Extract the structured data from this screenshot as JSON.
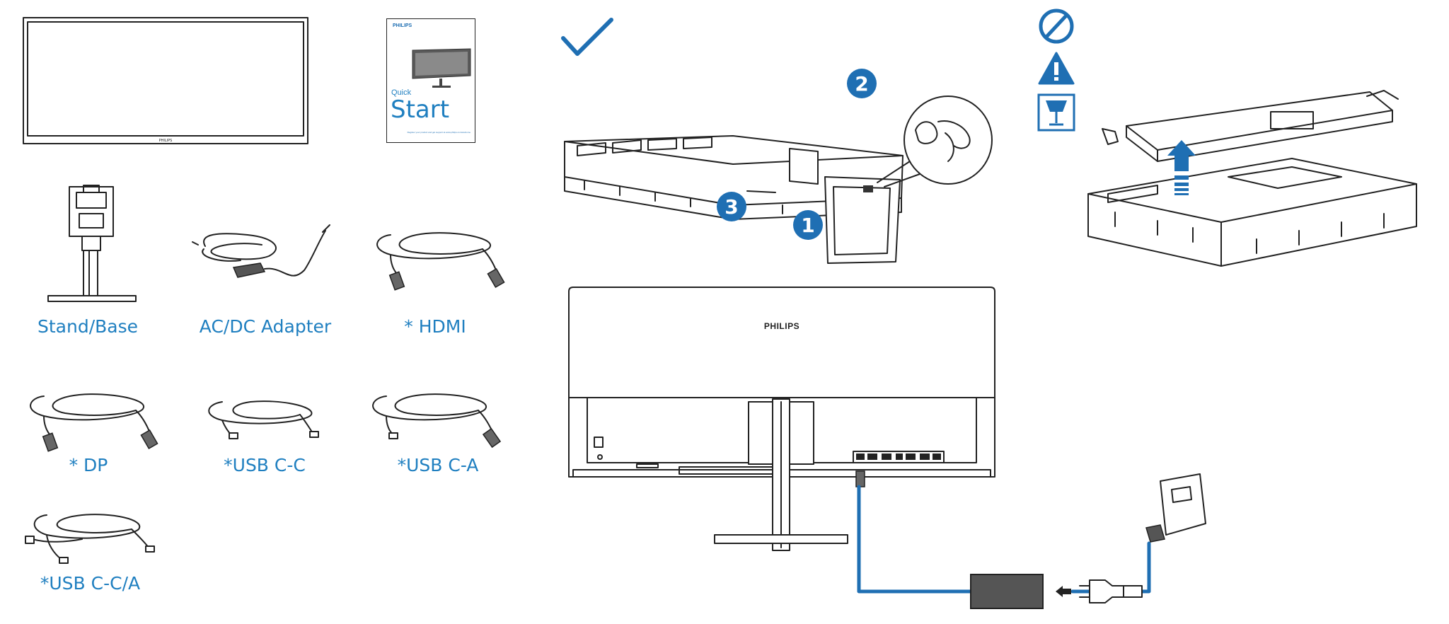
{
  "items": {
    "stand_base": "Stand/Base",
    "ac_dc_adapter": "AC/DC Adapter",
    "hdmi": "* HDMI",
    "dp": "* DP",
    "usb_cc": "*USB C-C",
    "usb_ca": "*USB C-A",
    "usb_cca": "*USB C-C/A"
  },
  "quick_start": {
    "brand": "PHILIPS",
    "line1": "Quick",
    "line2": "Start",
    "footnote": "Register your product and get support at www.philips.com/welcome"
  },
  "monitor_brand": "PHILIPS",
  "steps": [
    "1",
    "2",
    "3"
  ],
  "colors": {
    "accent": "#1f7fc0",
    "badge": "#1f6fb3",
    "line": "#222222"
  },
  "icons": [
    "checkmark-icon",
    "no-symbol-icon",
    "warning-icon",
    "fragile-glass-icon"
  ]
}
